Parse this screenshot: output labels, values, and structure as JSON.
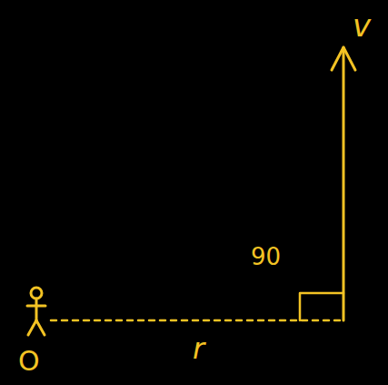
{
  "diagram": {
    "labels": [
      "v",
      "90",
      "r",
      "O"
    ]
  }
}
